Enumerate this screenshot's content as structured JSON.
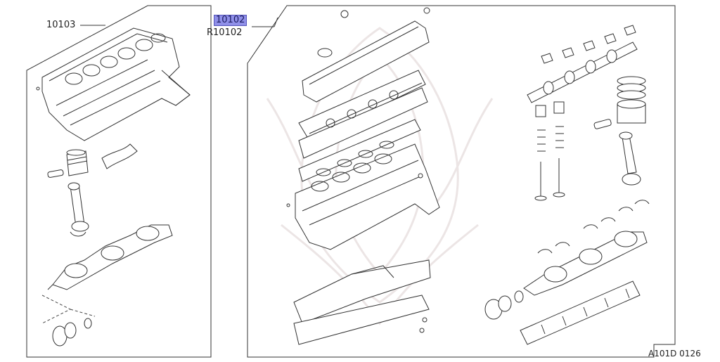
{
  "callouts": {
    "left_kit": "10103",
    "right_kit": "10102",
    "right_kit_alt": "R10102"
  },
  "figure_code": "A101D 0126",
  "colors": {
    "highlight": "#8f8fe8",
    "line": "#333333",
    "watermark": "#c9b7b7"
  }
}
